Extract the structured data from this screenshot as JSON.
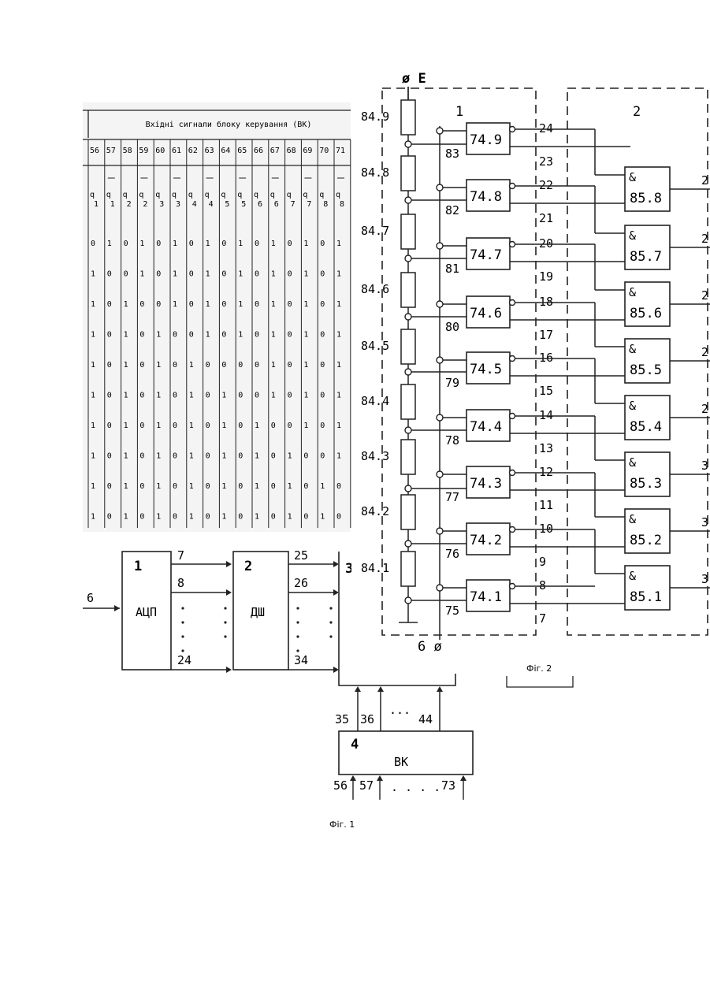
{
  "fig1": {
    "table": {
      "title": "Вхідні сигнали блоку керування (ВК)",
      "numbers": [
        "56",
        "57",
        "58",
        "59",
        "60",
        "61",
        "62",
        "63",
        "64",
        "65",
        "66",
        "67",
        "68",
        "69",
        "70",
        "71"
      ],
      "q_subs": [
        "1",
        "1",
        "2",
        "2",
        "3",
        "3",
        "4",
        "4",
        "5",
        "5",
        "6",
        "6",
        "7",
        "7",
        "8",
        "8"
      ],
      "rows": [
        [
          "0",
          "1",
          "0",
          "1",
          "0",
          "1",
          "0",
          "1",
          "0",
          "1",
          "0",
          "1",
          "0",
          "1",
          "0",
          "1"
        ],
        [
          "1",
          "0",
          "0",
          "1",
          "0",
          "1",
          "0",
          "1",
          "0",
          "1",
          "0",
          "1",
          "0",
          "1",
          "0",
          "1"
        ],
        [
          "1",
          "0",
          "1",
          "0",
          "0",
          "1",
          "0",
          "1",
          "0",
          "1",
          "0",
          "1",
          "0",
          "1",
          "0",
          "1"
        ],
        [
          "1",
          "0",
          "1",
          "0",
          "1",
          "0",
          "0",
          "1",
          "0",
          "1",
          "0",
          "1",
          "0",
          "1",
          "0",
          "1"
        ],
        [
          "1",
          "0",
          "1",
          "0",
          "1",
          "0",
          "1",
          "0",
          "0",
          "0",
          "0",
          "1",
          "0",
          "1",
          "0",
          "1"
        ],
        [
          "1",
          "0",
          "1",
          "0",
          "1",
          "0",
          "1",
          "0",
          "1",
          "0",
          "0",
          "1",
          "0",
          "1",
          "0",
          "1"
        ],
        [
          "1",
          "0",
          "1",
          "0",
          "1",
          "0",
          "1",
          "0",
          "1",
          "0",
          "1",
          "0",
          "0",
          "1",
          "0",
          "1"
        ],
        [
          "1",
          "0",
          "1",
          "0",
          "1",
          "0",
          "1",
          "0",
          "1",
          "0",
          "1",
          "0",
          "1",
          "0",
          "0",
          "1"
        ],
        [
          "1",
          "0",
          "1",
          "0",
          "1",
          "0",
          "1",
          "0",
          "1",
          "0",
          "1",
          "0",
          "1",
          "0",
          "1",
          "0"
        ],
        [
          "1",
          "0",
          "1",
          "0",
          "1",
          "0",
          "1",
          "0",
          "1",
          "0",
          "1",
          "0",
          "1",
          "0",
          "1",
          "0"
        ]
      ]
    },
    "block1": {
      "num": "1",
      "name": "АЦП"
    },
    "block2": {
      "num": "2",
      "name": "ДШ"
    },
    "block3": {
      "num": "3"
    },
    "block4": {
      "num": "4",
      "name": "ВК"
    },
    "input": "6",
    "outs1": [
      "7",
      "8",
      "24"
    ],
    "outs2": [
      "25",
      "26",
      "34"
    ],
    "bus4": [
      "35",
      "36",
      "44"
    ],
    "bus4_dots": "···",
    "in4": [
      "56",
      "57",
      "73"
    ],
    "in4_dots": ". . . .",
    "caption": "Фіг. 1"
  },
  "fig2": {
    "supply": "ø E",
    "ground": "6 ø",
    "block1_num": "1",
    "block2_num": "2",
    "div_labels": [
      "84.1",
      "84.2",
      "84.3",
      "84.4",
      "84.5",
      "84.6",
      "84.7",
      "84.8",
      "84.9"
    ],
    "comparators": [
      "74.1",
      "74.2",
      "74.3",
      "74.4",
      "74.5",
      "74.6",
      "74.7",
      "74.8",
      "74.9"
    ],
    "ref_nodes": [
      "75",
      "76",
      "77",
      "78",
      "79",
      "80",
      "81",
      "82",
      "83"
    ],
    "and_gates": [
      "85.1",
      "85.2",
      "85.3",
      "85.4",
      "85.5",
      "85.6",
      "85.7",
      "85.8"
    ],
    "and_sym": "&",
    "out_pairs": [
      [
        "7",
        "8"
      ],
      [
        "9",
        "10"
      ],
      [
        "11",
        "12"
      ],
      [
        "13",
        "14"
      ],
      [
        "15",
        "16"
      ],
      [
        "17",
        "18"
      ],
      [
        "19",
        "20"
      ],
      [
        "21",
        "22"
      ],
      [
        "23",
        "24"
      ]
    ],
    "right_edge": [
      "2",
      "2",
      "2",
      "2",
      "2",
      "3",
      "3",
      "3"
    ],
    "caption": "Фіг. 2"
  }
}
